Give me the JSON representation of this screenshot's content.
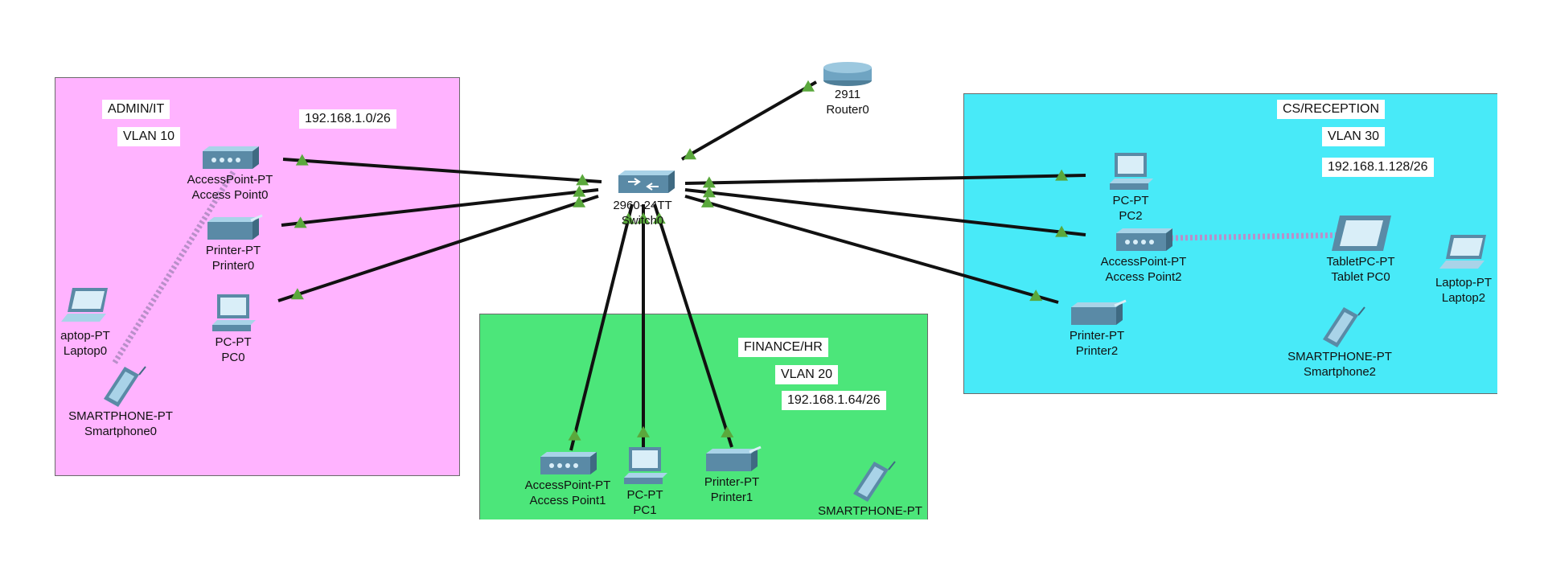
{
  "zones": {
    "admin": {
      "name": "ADMIN/IT",
      "vlan": "VLAN 10",
      "subnet": "192.168.1.0/26",
      "color": "#ffb3ff"
    },
    "finance": {
      "name": "FINANCE/HR",
      "vlan": "VLAN 20",
      "subnet": "192.168.1.64/26",
      "color": "#4ce67a"
    },
    "cs": {
      "name": "CS/RECEPTION",
      "vlan": "VLAN 30",
      "subnet": "192.168.1.128/26",
      "color": "#48eaf8"
    }
  },
  "colors": {
    "link": "#111111",
    "link_up": "#5aa83c",
    "wireless": "#b98fc9",
    "device": "#5a8aa6"
  },
  "devices": {
    "router0": {
      "model": "2911",
      "name": "Router0",
      "icon": "router-icon"
    },
    "switch0": {
      "model": "2960-24TT",
      "name": "Switch0",
      "icon": "switch-icon"
    },
    "ap0": {
      "model": "AccessPoint-PT",
      "name": "Access Point0",
      "icon": "access-point-icon"
    },
    "printer0": {
      "model": "Printer-PT",
      "name": "Printer0",
      "icon": "printer-icon"
    },
    "pc0": {
      "model": "PC-PT",
      "name": "PC0",
      "icon": "pc-icon"
    },
    "laptop0": {
      "model": "aptop-PT",
      "name": "Laptop0",
      "icon": "laptop-icon"
    },
    "smartphone0": {
      "model": "SMARTPHONE-PT",
      "name": "Smartphone0",
      "icon": "smartphone-icon"
    },
    "ap1": {
      "model": "AccessPoint-PT",
      "name": "Access Point1",
      "icon": "access-point-icon"
    },
    "pc1": {
      "model": "PC-PT",
      "name": "PC1",
      "icon": "pc-icon"
    },
    "printer1": {
      "model": "Printer-PT",
      "name": "Printer1",
      "icon": "printer-icon"
    },
    "smartphone1": {
      "model": "SMARTPHONE-PT",
      "name": "",
      "icon": "smartphone-icon"
    },
    "pc2": {
      "model": "PC-PT",
      "name": "PC2",
      "icon": "pc-icon"
    },
    "ap2": {
      "model": "AccessPoint-PT",
      "name": "Access Point2",
      "icon": "access-point-icon"
    },
    "printer2": {
      "model": "Printer-PT",
      "name": "Printer2",
      "icon": "printer-icon"
    },
    "tablet0": {
      "model": "TabletPC-PT",
      "name": "Tablet PC0",
      "icon": "tablet-icon"
    },
    "laptop2": {
      "model": "Laptop-PT",
      "name": "Laptop2",
      "icon": "laptop-icon"
    },
    "smartphone2": {
      "model": "SMARTPHONE-PT",
      "name": "Smartphone2",
      "icon": "smartphone-icon"
    }
  }
}
